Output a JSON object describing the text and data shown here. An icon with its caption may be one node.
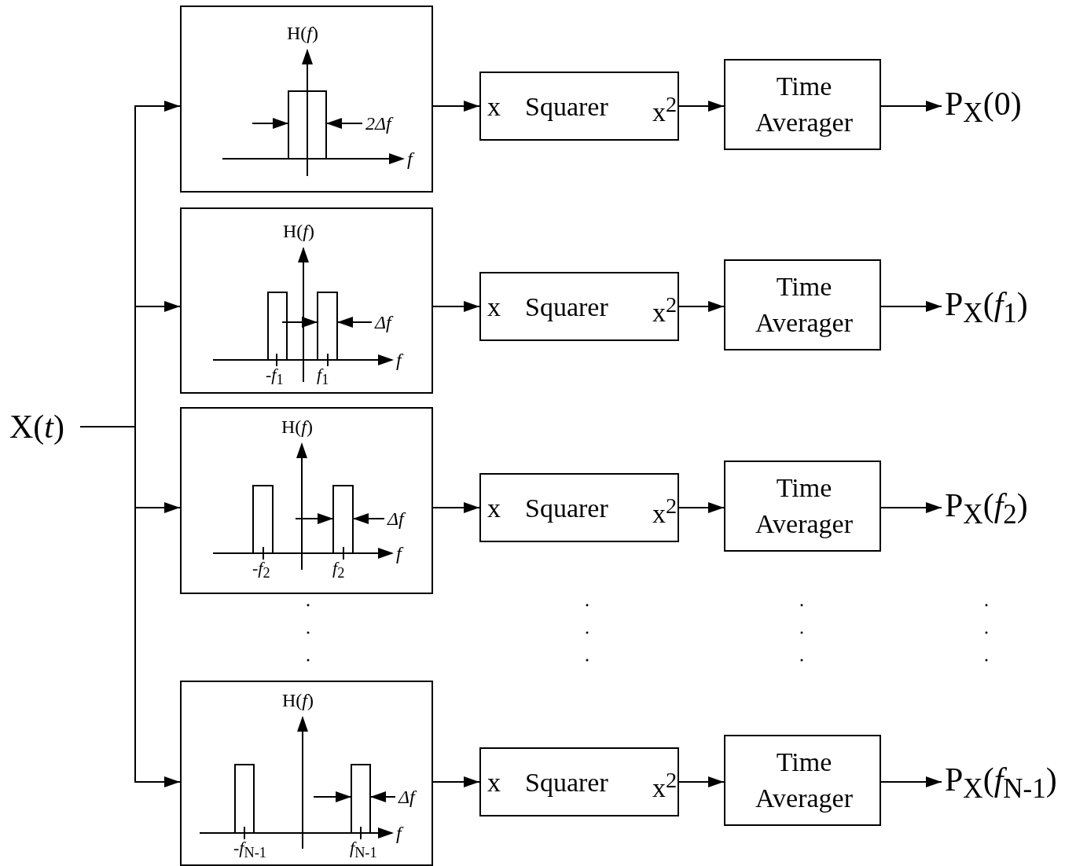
{
  "diagram": {
    "nodes": [
      {
        "text": [
          "X(*t*)"
        ]
      },
      {
        "text": [
          "H(*f*)",
          "2Δf",
          "*f*"
        ]
      },
      {
        "text": [
          "x",
          "Squarer",
          "x$^{2}$"
        ]
      },
      {
        "text": [
          "Time Averager"
        ]
      },
      {
        "text": [
          "P$_{X}$(0)"
        ]
      },
      {
        "text": [
          "H(*f*)",
          "Δf",
          "*f*",
          "-*f*$_{1}$",
          "*f*$_{1}$"
        ]
      },
      {
        "text": [
          "x",
          "Squarer",
          "x$^{2}$"
        ]
      },
      {
        "text": [
          "Time Averager"
        ]
      },
      {
        "text": [
          "P$_{X}$(*f*$_{1}$)"
        ]
      },
      {
        "text": [
          "H(*f*)",
          "Δf",
          "*f*",
          "-*f*$_{2}$",
          "*f*$_{2}$"
        ]
      },
      {
        "text": [
          "x",
          "Squarer",
          "x$^{2}$"
        ]
      },
      {
        "text": [
          "Time Averager"
        ]
      },
      {
        "text": [
          "P$_{X}$(*f*$_{2}$)"
        ]
      },
      {
        "text": [
          "H(*f*)",
          "Δf",
          "*f*",
          "-*f*$_{N-1}$",
          "*f*$_{N-1}$"
        ]
      },
      {
        "text": [
          "x",
          "Squarer",
          "x$^{2}$"
        ]
      },
      {
        "text": [
          "Time Averager"
        ]
      },
      {
        "text": [
          "P$_{X}$(*f*$_{N-1}$)"
        ]
      }
    ],
    "edges": [
      {
        "from": 0,
        "to": 1,
        "arrow": "to"
      },
      {
        "from": 0,
        "to": 5,
        "arrow": "to"
      },
      {
        "from": 0,
        "to": 9,
        "arrow": "to"
      },
      {
        "from": 0,
        "to": 13,
        "arrow": "to"
      },
      {
        "from": 1,
        "to": 2,
        "arrow": "to"
      },
      {
        "from": 2,
        "to": 3,
        "arrow": "to"
      },
      {
        "from": 3,
        "to": 4,
        "arrow": "to"
      },
      {
        "from": 5,
        "to": 6,
        "arrow": "to"
      },
      {
        "from": 6,
        "to": 7,
        "arrow": "to"
      },
      {
        "from": 7,
        "to": 8,
        "arrow": "to"
      },
      {
        "from": 9,
        "to": 10,
        "arrow": "to"
      },
      {
        "from": 10,
        "to": 11,
        "arrow": "to"
      },
      {
        "from": 11,
        "to": 12,
        "arrow": "to"
      },
      {
        "from": 13,
        "to": 14,
        "arrow": "to"
      },
      {
        "from": 14,
        "to": 15,
        "arrow": "to"
      },
      {
        "from": 15,
        "to": 16,
        "arrow": "to"
      }
    ]
  }
}
